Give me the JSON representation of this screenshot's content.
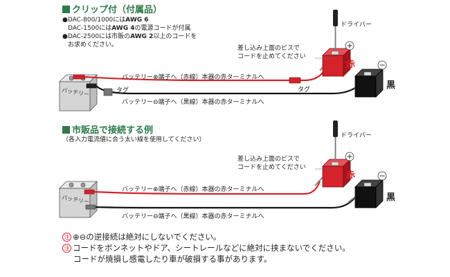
{
  "sec1": {
    "title": "クリップ付（付属品）",
    "notes": [
      {
        "pre": "●DAC-800/1000には",
        "b1": "AWG 6",
        "mid": "",
        "b2": "",
        "post": ""
      },
      {
        "pre": "DAC-1500には",
        "b1": "AWG 4",
        "mid": "の電源コードが付属",
        "b2": "",
        "post": ""
      },
      {
        "pre": "●DAC-2500には市販の",
        "b1": "AWG 2",
        "mid": "以上のコードを",
        "b2": "",
        "post": ""
      },
      {
        "pre": "お求めください。",
        "b1": "",
        "mid": "",
        "b2": "",
        "post": ""
      }
    ],
    "driver": "ドライバー",
    "screw_note": [
      "差し込み上面のビスで",
      "コードを止めてください"
    ],
    "red_wire": "バッテリー⊕端子へ（赤線）本器の赤ターミナルへ",
    "black_wire": "バッテリー⊖端子へ（黒線）本器の赤ターミナルへ",
    "tag1": "タグ",
    "tag2": "タグ",
    "battery": "バッテリー",
    "red_label": "赤",
    "black_label": "黒"
  },
  "sec2": {
    "title": "市販品で接続する例",
    "subtitle": "（各入力電流値に合う太い線を使用してください）",
    "driver": "ドライバー",
    "screw_note": [
      "差し込み上面のビスで",
      "コードを止めてください"
    ],
    "red_wire": "バッテリー⊕端子へ（赤線）本器の赤ターミナルへ",
    "black_wire": "バッテリー⊖端子へ（黒線）本器の赤ターミナルへ",
    "battery": "バッテリー",
    "red_label": "赤",
    "black_label": "黒"
  },
  "warnings": {
    "mark": "注",
    "line1": "⊕⊖の逆接続は絶対にしないでください。",
    "line2": "コードをボンネットやドア、シートレールなどに絶対に挟まないでください。",
    "line3": "コードが焼損し感電したり車が破損する事があります。"
  },
  "colors": {
    "heading": "#2e7a4a",
    "red": "#d4232a",
    "black": "#111111"
  }
}
